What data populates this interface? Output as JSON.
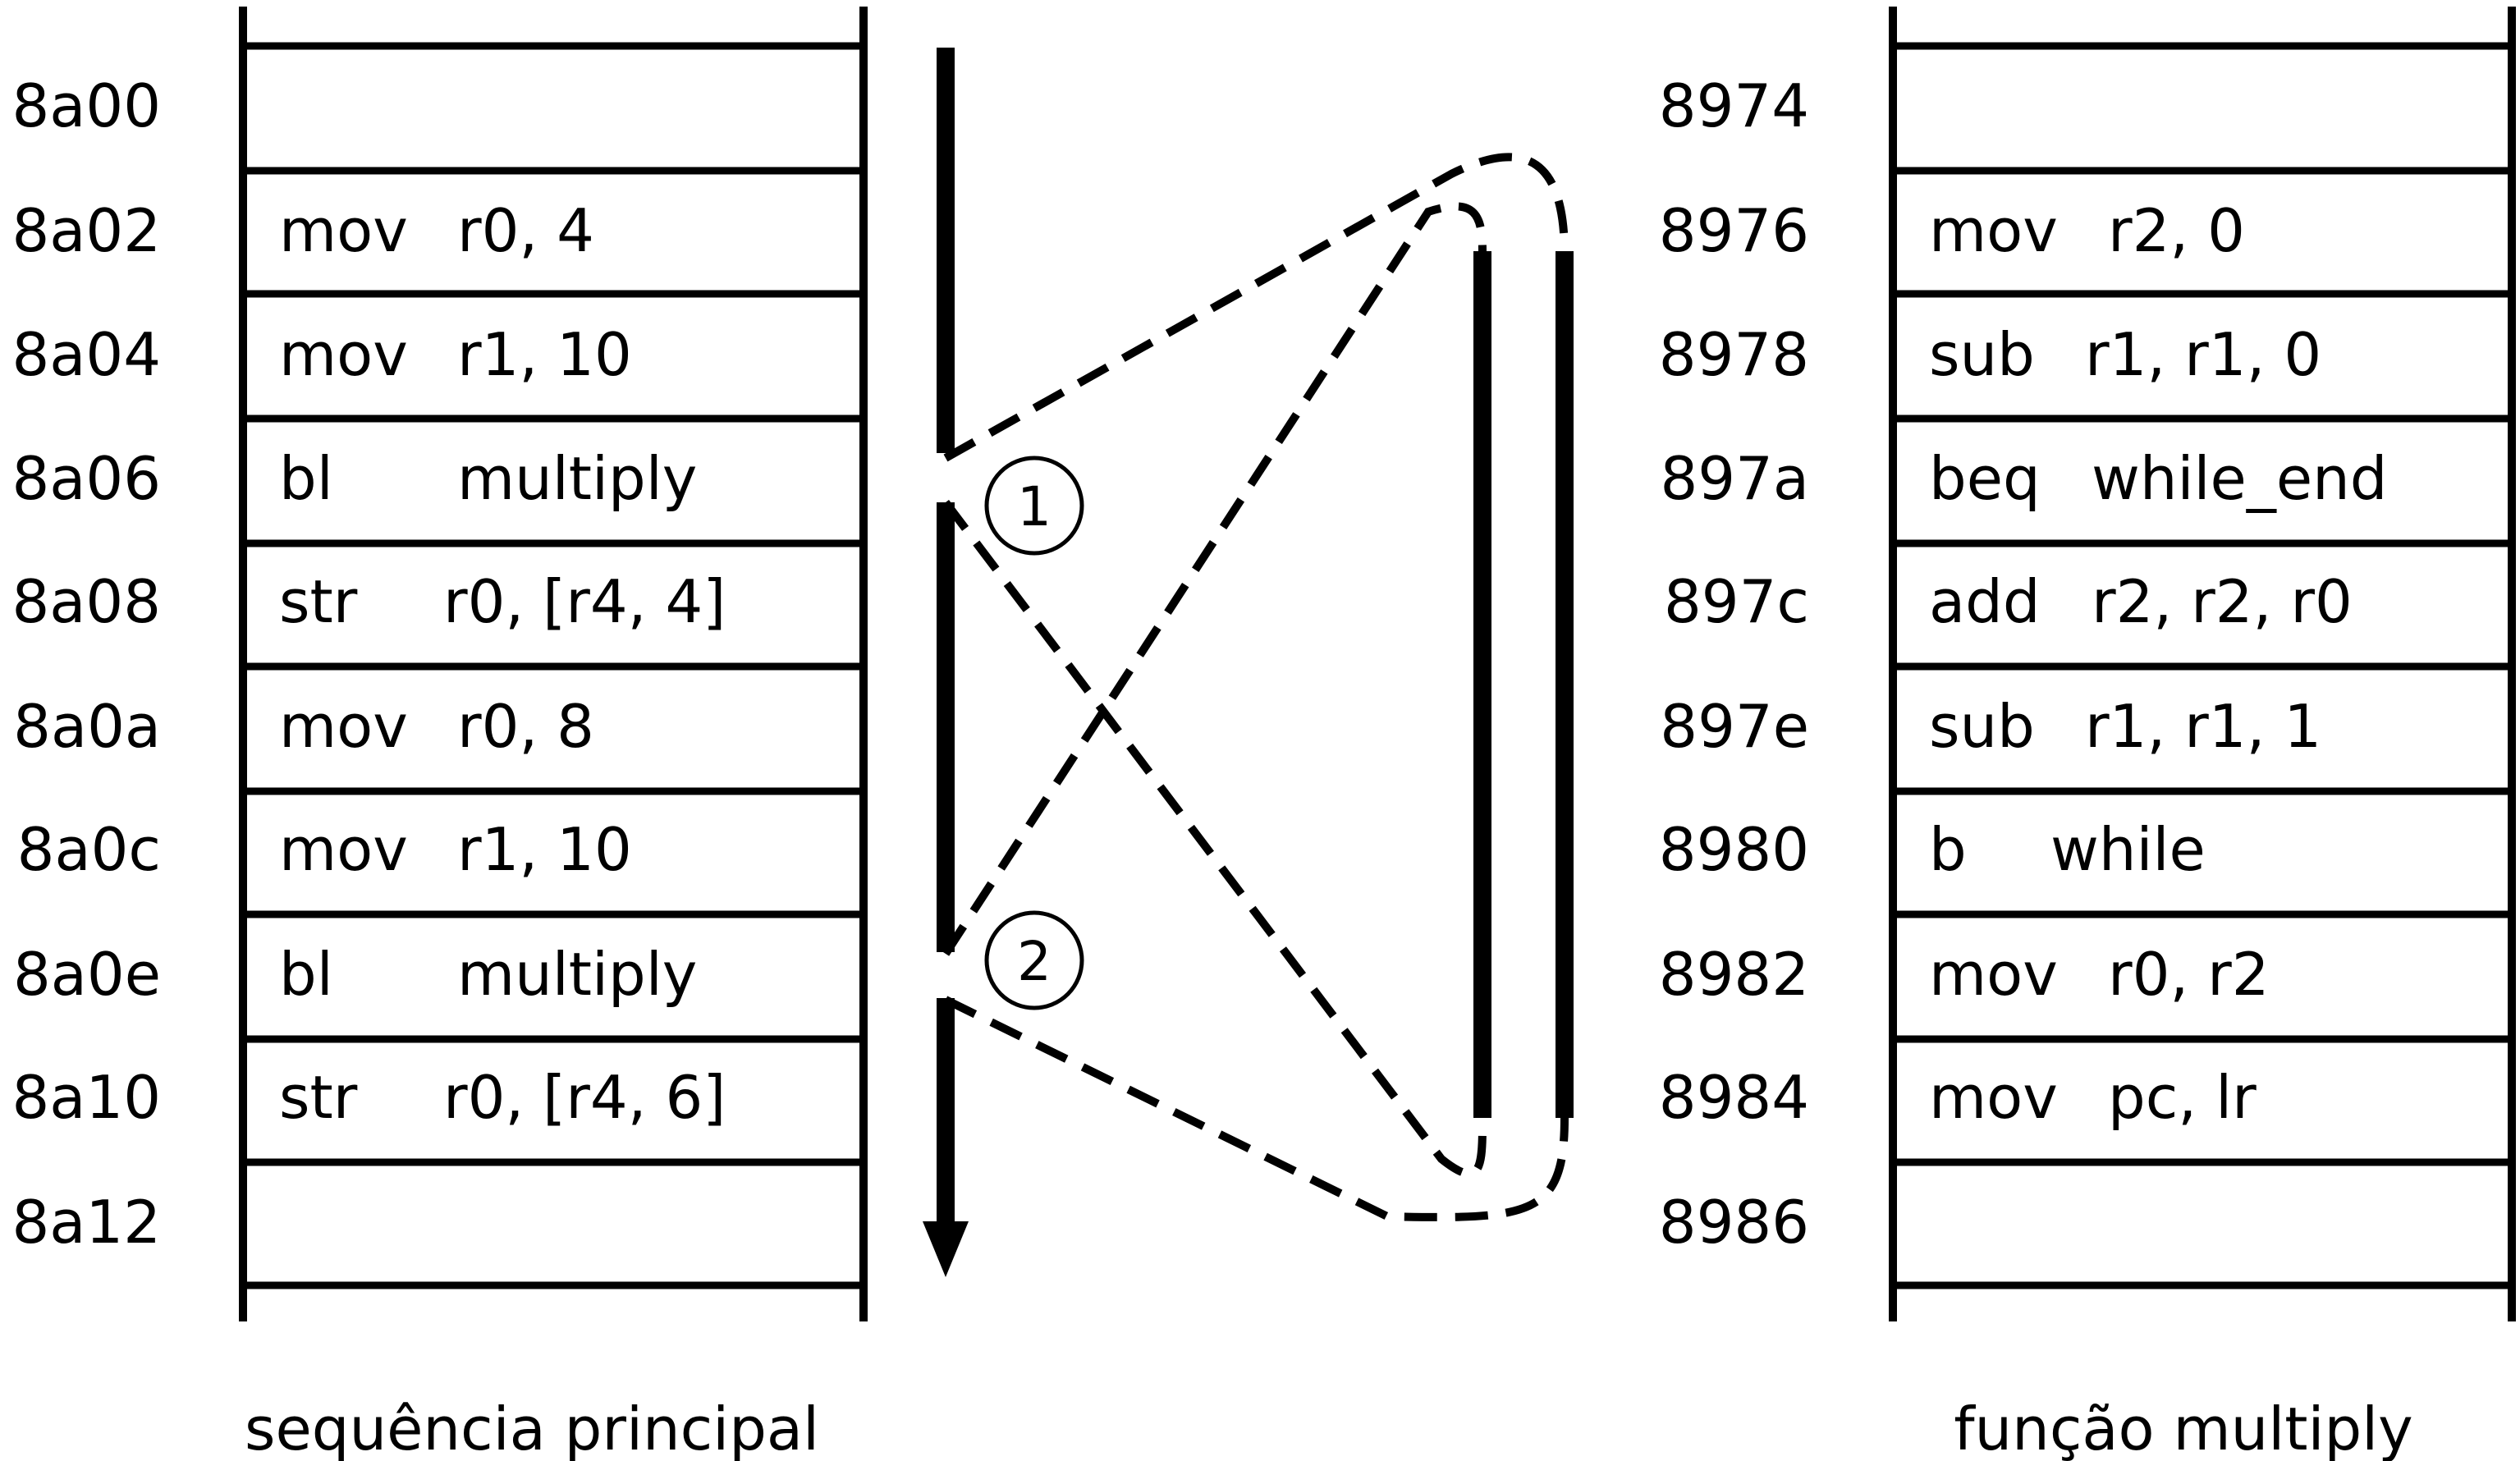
{
  "main_table": {
    "caption": "sequência principal",
    "rows": [
      {
        "address": "8a00",
        "op": "",
        "args": ""
      },
      {
        "address": "8a02",
        "op": "mov",
        "args": "r0, 4"
      },
      {
        "address": "8a04",
        "op": "mov",
        "args": "r1, 10"
      },
      {
        "address": "8a06",
        "op": "bl",
        "args": "multiply"
      },
      {
        "address": "8a08",
        "op": "str",
        "args": "r0, [r4, 4]"
      },
      {
        "address": "8a0a",
        "op": "mov",
        "args": "r0, 8"
      },
      {
        "address": "8a0c",
        "op": "mov",
        "args": "r1, 10"
      },
      {
        "address": "8a0e",
        "op": "bl",
        "args": "multiply"
      },
      {
        "address": "8a10",
        "op": "str",
        "args": "r0, [r4, 6]"
      },
      {
        "address": "8a12",
        "op": "",
        "args": ""
      }
    ]
  },
  "function_table": {
    "caption": "função multiply",
    "rows": [
      {
        "address": "8974",
        "op": "",
        "args": ""
      },
      {
        "address": "8976",
        "op": "mov",
        "args": "r2, 0"
      },
      {
        "address": "8978",
        "op": "sub",
        "args": "r1, r1, 0"
      },
      {
        "address": "897a",
        "op": "beq",
        "args": "while_end"
      },
      {
        "address": "897c",
        "op": "add",
        "args": "r2, r2, r0"
      },
      {
        "address": "897e",
        "op": "sub",
        "args": "r1, r1, 1"
      },
      {
        "address": "8980",
        "op": "b",
        "args": "while"
      },
      {
        "address": "8982",
        "op": "mov",
        "args": "r0, r2"
      },
      {
        "address": "8984",
        "op": "mov",
        "args": "pc, lr"
      },
      {
        "address": "8986",
        "op": "",
        "args": ""
      }
    ]
  },
  "call_markers": [
    {
      "label": "1"
    },
    {
      "label": "2"
    }
  ],
  "colors": {
    "line": "#000000",
    "background": "#ffffff"
  }
}
